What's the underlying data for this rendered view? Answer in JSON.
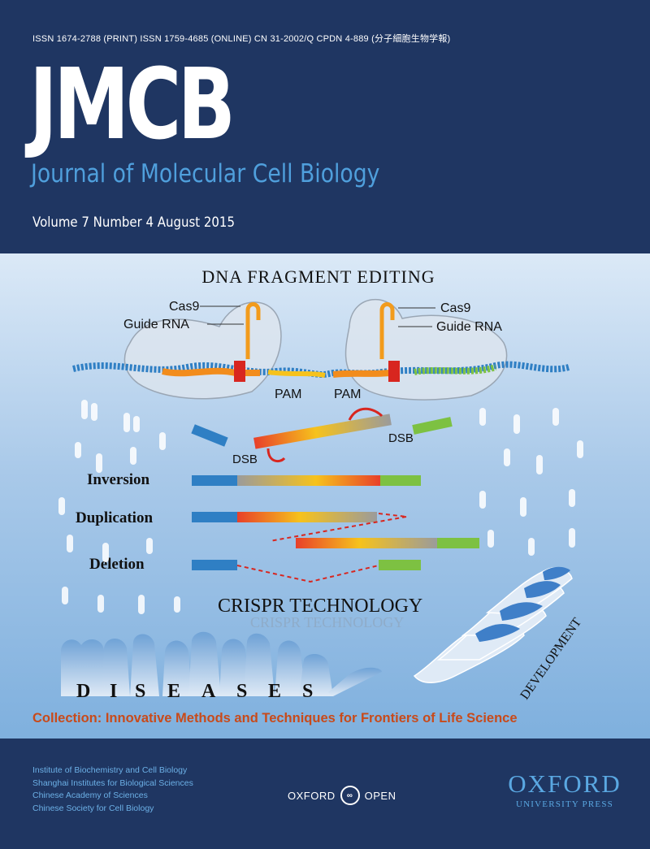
{
  "masthead": {
    "issn_line": "ISSN 1674-2788 (PRINT)   ISSN 1759-4685 (ONLINE)   CN 31-2002/Q   CPDN 4-889   (分子細胞生物学報)",
    "logo": "JMCB",
    "subtitle": "Journal of Molecular Cell Biology",
    "volume": "Volume 7  Number 4  August 2015"
  },
  "artwork": {
    "heading": "DNA FRAGMENT EDITING",
    "cas9_label_left": "Cas9",
    "guide_rna_label_left": "Guide RNA",
    "cas9_label_right": "Cas9",
    "guide_rna_label_right": "Guide RNA",
    "pam_left": "PAM",
    "pam_right": "PAM",
    "dsb_right": "DSB",
    "dsb_left": "DSB",
    "inversion": "Inversion",
    "duplication": "Duplication",
    "deletion": "Deletion",
    "crispr": "CRISPR TECHNOLOGY",
    "diseases_letters": [
      "D",
      "I",
      "S",
      "E",
      "A",
      "S",
      "E",
      "S"
    ],
    "development": "DEVELOPMENT"
  },
  "collection": "Collection:  Innovative Methods and Techniques for Frontiers of Life Science",
  "footer": {
    "institutions": [
      "Institute of Biochemistry and Cell Biology",
      "Shanghai Institutes for Biological Sciences",
      "Chinese Academy of Sciences",
      "Chinese Society for Cell Biology"
    ],
    "oxford_open_left": "OXFORD",
    "oxford_open_right": "OPEN",
    "oup_name": "OXFORD",
    "oup_sub": "UNIVERSITY PRESS"
  },
  "colors": {
    "navy": "#1f3662",
    "accent_blue": "#4f9fdc",
    "collection_orange": "#c84a1a"
  }
}
